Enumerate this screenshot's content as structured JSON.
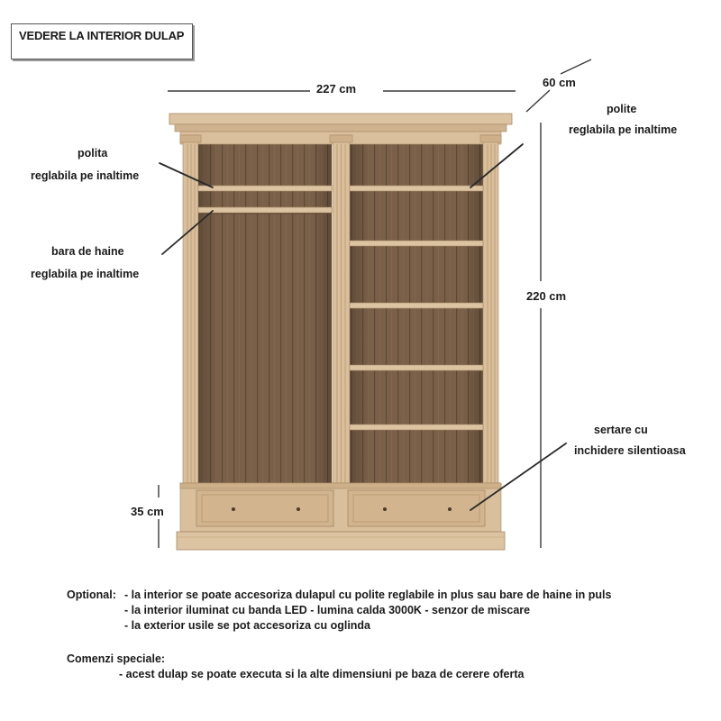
{
  "title": "VEDERE LA INTERIOR DULAP",
  "dimensions": {
    "width": "227 cm",
    "depth": "60 cm",
    "height": "220 cm",
    "base": "35 cm"
  },
  "labels": {
    "shelf_left": [
      "polita",
      "reglabila pe inaltime"
    ],
    "rail_left": [
      "bara de haine",
      "reglabila pe inaltime"
    ],
    "shelves_right": [
      "polite",
      "reglabila pe inaltime"
    ],
    "drawers_right": [
      "sertare cu",
      "inchidere silentioasa"
    ]
  },
  "notes": {
    "optional_label": "Optional:",
    "optional_items": [
      "- la interior se poate accesoriza dulapul cu polite reglabile in plus sau bare de haine in puls",
      "- la interior iluminat cu banda LED - lumina calda 3000K - senzor de miscare",
      "- la exterior usile se pot accesoriza cu oglinda"
    ],
    "special_label": "Comenzi speciale:",
    "special_items": [
      "- acest dulap se poate executa si la alte dimensiuni pe baza de cerere oferta"
    ]
  },
  "colors": {
    "frame": "#d9bf9c",
    "frame_shadow": "#c7a983",
    "frame_edge": "#a88865",
    "back_panel": "#7a6048",
    "back_panel_dark": "#6a5240",
    "shelf": "#dcc4a2",
    "drawer_front": "#d2b48e",
    "ink": "#1a1a1a"
  }
}
